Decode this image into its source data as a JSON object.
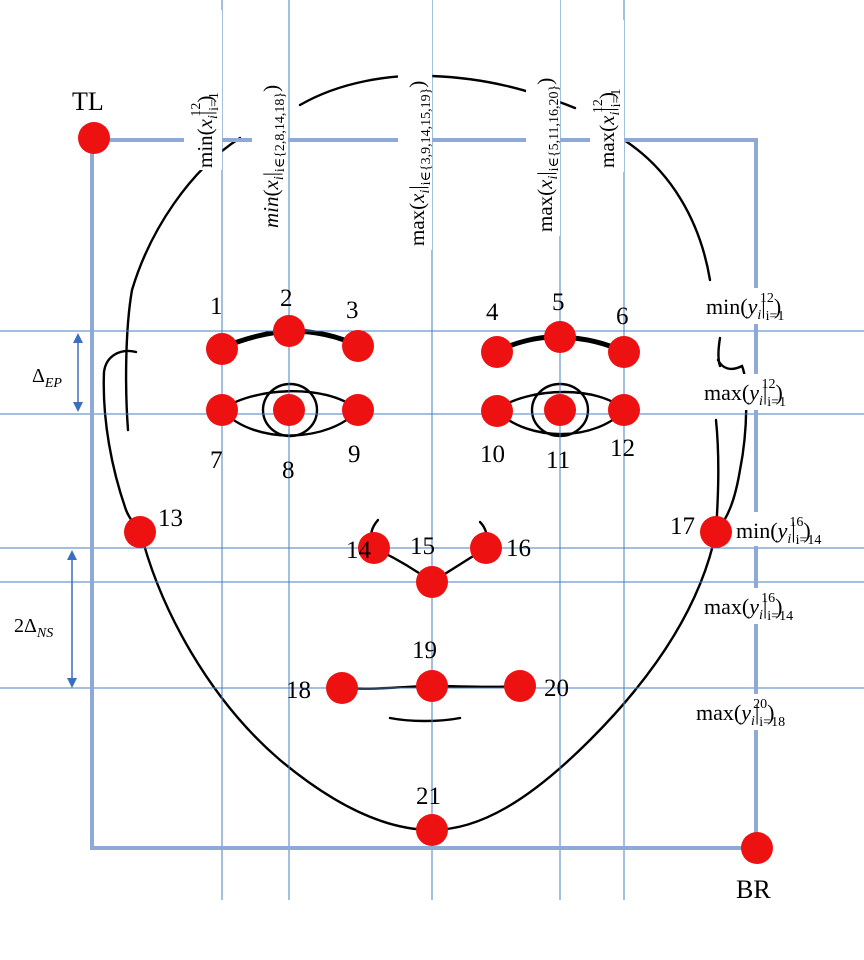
{
  "corners": {
    "top_left": "TL",
    "bottom_right": "BR"
  },
  "landmarks": [
    "1",
    "2",
    "3",
    "4",
    "5",
    "6",
    "7",
    "8",
    "9",
    "10",
    "11",
    "12",
    "13",
    "14",
    "15",
    "16",
    "17",
    "18",
    "19",
    "20",
    "21"
  ],
  "vertical_labels": [
    {
      "fn": "min",
      "var": "x",
      "idx": "i",
      "sub": "i=1",
      "sup": "12"
    },
    {
      "fn": "min",
      "var": "x",
      "idx": "i",
      "sub": "i∈{2,8,14,18}",
      "sup": ""
    },
    {
      "fn": "max",
      "var": "x",
      "idx": "i",
      "sub": "i∈{3,9,14,15,19}",
      "sup": ""
    },
    {
      "fn": "max",
      "var": "x",
      "idx": "i",
      "sub": "i∈{5,11,16,20}",
      "sup": ""
    },
    {
      "fn": "max",
      "var": "x",
      "idx": "i",
      "sub": "i=1",
      "sup": "12"
    }
  ],
  "horizontal_labels": [
    {
      "fn": "min",
      "var": "y",
      "idx": "i",
      "sub": "i=1",
      "sup": "12"
    },
    {
      "fn": "max",
      "var": "y",
      "idx": "i",
      "sub": "i=1",
      "sup": "12"
    },
    {
      "fn": "min",
      "var": "y",
      "idx": "i",
      "sub": "i=14",
      "sup": "16"
    },
    {
      "fn": "max",
      "var": "y",
      "idx": "i",
      "sub": "i=14",
      "sup": "16"
    },
    {
      "fn": "max",
      "var": "y",
      "idx": "i",
      "sub": "i=18",
      "sup": "20"
    }
  ],
  "deltas": {
    "ep": {
      "prefix": "",
      "sym": "Δ",
      "sub": "EP"
    },
    "ns": {
      "prefix": "2",
      "sym": "Δ",
      "sub": "NS"
    }
  },
  "colors": {
    "landmark": "#ee1111",
    "grid": "#4a7dc0",
    "bbox": "#8ea9d6",
    "outline": "#000000"
  }
}
